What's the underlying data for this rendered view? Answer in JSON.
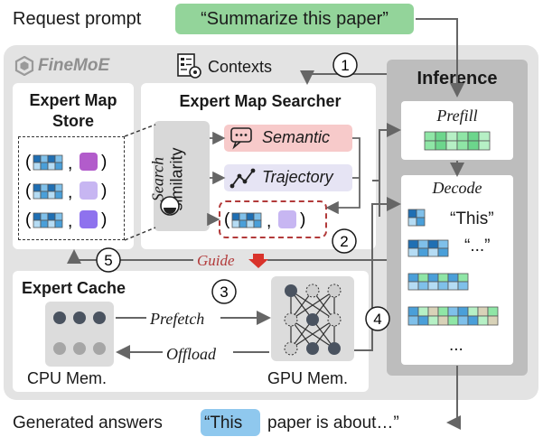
{
  "request_label": "Request prompt",
  "request_prompt": "“Summarize this paper”",
  "brand": "FineMoE",
  "contexts_label": "Contexts",
  "inference_title": "Inference",
  "prefill_label": "Prefill",
  "decode_label": "Decode",
  "decode_tokens": [
    "“This”",
    "“...”",
    "..."
  ],
  "expert_map_store_title": [
    "Expert Map",
    "Store"
  ],
  "expert_map_searcher_title": "Expert Map Searcher",
  "search_label": "Search",
  "similarity_label": "similarity",
  "semantic_label": "Semantic",
  "trajectory_label": "Trajectory",
  "guide_label": "Guide",
  "expert_cache_title": "Expert Cache",
  "prefetch_label": "Prefetch",
  "offload_label": "Offload",
  "cpu_label": "CPU Mem.",
  "gpu_label": "GPU Mem.",
  "steps": [
    "1",
    "2",
    "3",
    "4",
    "5"
  ],
  "answer_label": "Generated answers",
  "answer_highlight": "“This",
  "answer_rest": "paper is about…”",
  "tuple_open": "(",
  "tuple_sep": ",",
  "tuple_close": ")",
  "colors": {
    "prompt_green": "#93d49a",
    "answer_blue": "#8fc8ee",
    "semantic_pink": "#f7caca",
    "trajectory_lavender": "#e6e4f4",
    "guide_red": "#b23a3a",
    "prefill_green": "#8fe6a6",
    "expert_blue": "#2f86c8",
    "purple_a": "#b25ccb",
    "purple_b": "#c7b6f2",
    "purple_c": "#8e72ee"
  }
}
